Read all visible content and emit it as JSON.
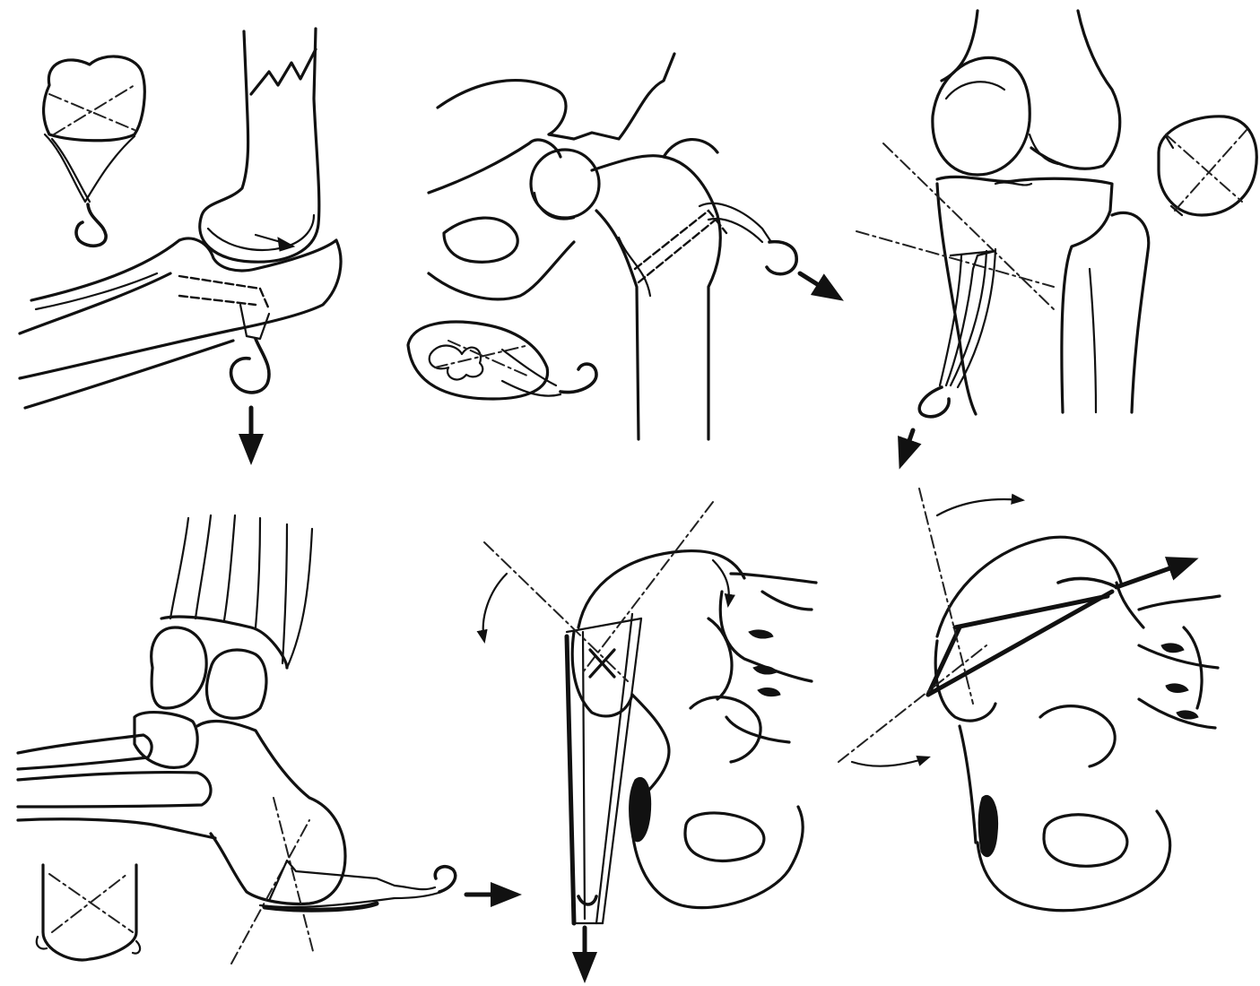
{
  "figure": {
    "panels": [
      {
        "id": "olecranon",
        "hook_icon": "traction-hook-icon",
        "arrow_icon": "arrow-down-icon"
      },
      {
        "id": "greater-trochanter",
        "hook_icon": "traction-hook-icon",
        "arrow_icon": "arrow-down-right-icon"
      },
      {
        "id": "tibial-tuberosity",
        "hook_icon": "traction-hook-icon",
        "arrow_icon": "arrow-down-icon"
      },
      {
        "id": "calcaneus",
        "hook_icon": "traction-hook-icon",
        "arrow_icon": "arrow-right-icon"
      },
      {
        "id": "iliac-crest-vertical",
        "hook_icon": "traction-hook-icon",
        "arrow_icon": "arrow-down-icon"
      },
      {
        "id": "iliac-crest-oblique",
        "hook_icon": "traction-pin-icon",
        "arrow_icon": "arrow-up-right-icon"
      }
    ],
    "colors": {
      "ink": "#111111",
      "background": "#ffffff"
    }
  }
}
